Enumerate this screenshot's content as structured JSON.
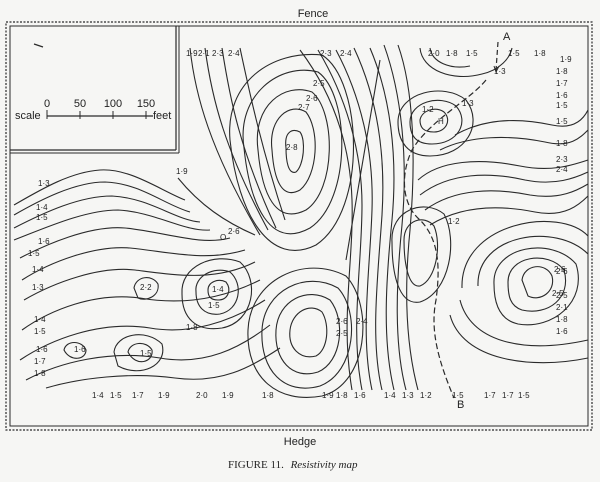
{
  "map": {
    "top_label": "Fence",
    "bottom_label": "Hedge",
    "caption_prefix": "FIGURE 11.",
    "caption_title": "Resistivity map",
    "scale": {
      "word": "scale",
      "unit": "feet",
      "ticks": [
        "0",
        "50",
        "100",
        "150"
      ]
    },
    "section_line": {
      "start": "A",
      "end": "B"
    },
    "markers": {
      "high": "H",
      "other": "O"
    },
    "values_top": [
      "1·9",
      "2·1",
      "2·3",
      "2·4",
      "2·3",
      "2·4",
      "2·0",
      "1·8",
      "1·5",
      "1·5",
      "1·8",
      "1·9"
    ],
    "values_left": [
      "1·3",
      "1·4",
      "1·5",
      "1·6",
      "1·5",
      "1·4",
      "1·3",
      "1·4",
      "1·5",
      "1·6",
      "1·7",
      "1·8"
    ],
    "values_right": [
      "1·3",
      "1·8",
      "1·7",
      "1·6",
      "1·5",
      "1·5",
      "1·8",
      "2·3",
      "2·4",
      "2·6",
      "2·5",
      "2·1",
      "1·8",
      "1·6"
    ],
    "values_bottom": [
      "1·4",
      "1·5",
      "1·7",
      "1·9",
      "2·0",
      "1·9",
      "1·8",
      "1·9",
      "1·8",
      "1·6",
      "1·4",
      "1·3",
      "1·2",
      "1·5",
      "1·7",
      "1·7",
      "1·5"
    ],
    "values_interior": [
      "2·5",
      "2·6",
      "2·7",
      "2·8",
      "1·9",
      "2·6",
      "2·2",
      "1·4",
      "1·5",
      "1·8",
      "1·6",
      "1·5",
      "2·6",
      "2·5",
      "2·4",
      "1·2",
      "1·2",
      "1·3",
      "2·6",
      "2·5"
    ]
  }
}
